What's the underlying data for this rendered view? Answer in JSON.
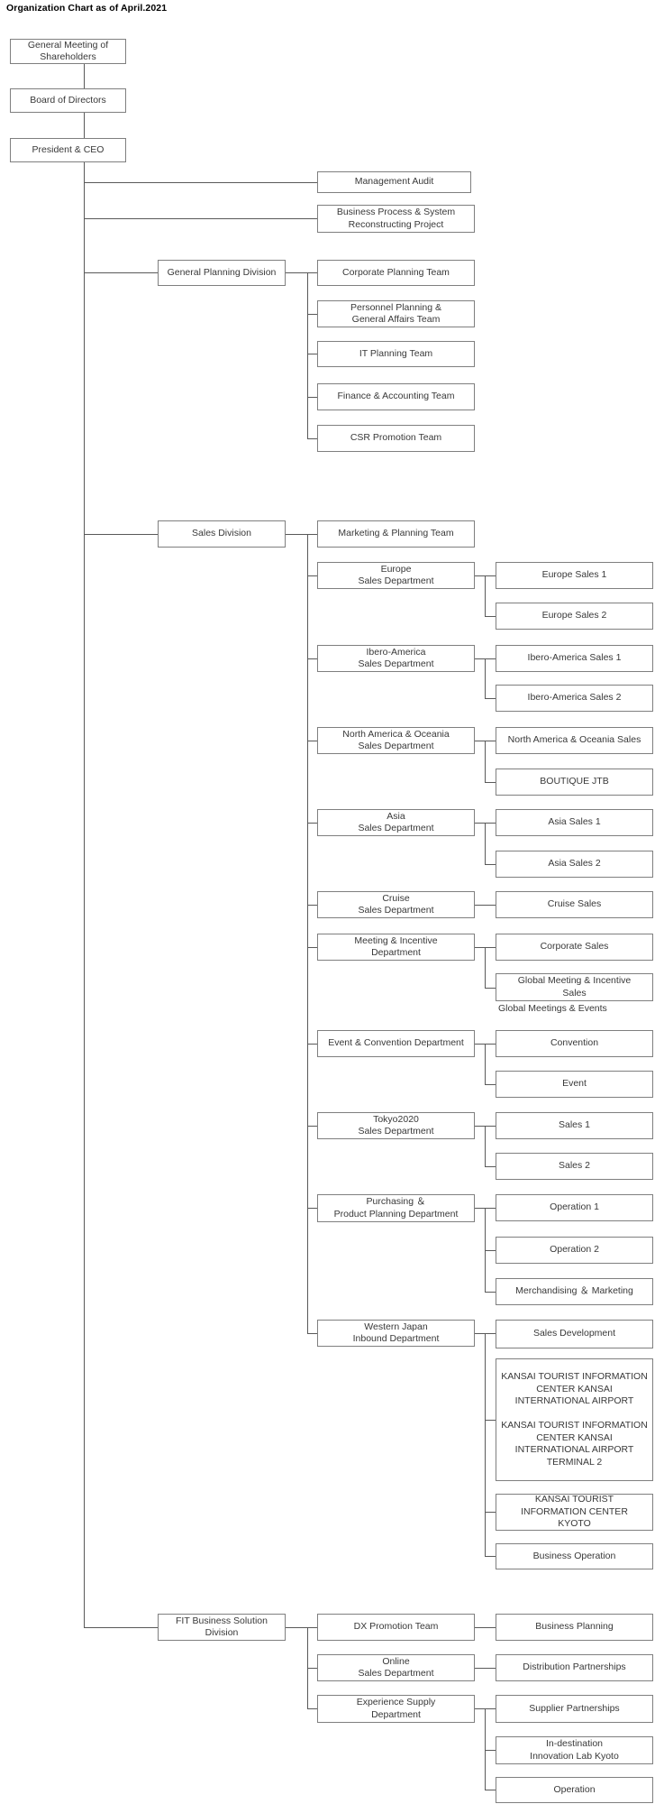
{
  "title": "Organization Chart as of April.2021",
  "nodes": {
    "shareholders": "General Meeting of\nShareholders",
    "board": "Board of Directors",
    "ceo": "President & CEO",
    "mgmt_audit": "Management Audit",
    "bpr_project": "Business Process & System\nReconstructing Project",
    "gp_division": "General Planning Division",
    "corp_planning": "Corporate Planning Team",
    "personnel": "Personnel Planning &\nGeneral Affairs Team",
    "it_planning": "IT Planning Team",
    "finance": "Finance & Accounting Team",
    "csr": "CSR Promotion Team",
    "sales_division": "Sales Division",
    "marketing": "Marketing & Planning Team",
    "europe_dept": "Europe\nSales Department",
    "europe1": "Europe Sales 1",
    "europe2": "Europe Sales 2",
    "ibero_dept": "Ibero-America\nSales Department",
    "ibero1": "Ibero-America Sales 1",
    "ibero2": "Ibero-America Sales 2",
    "na_dept": "North America & Oceania\nSales Department",
    "na_sales": "North America & Oceania Sales",
    "boutique": "BOUTIQUE JTB",
    "asia_dept": "Asia\nSales Department",
    "asia1": "Asia Sales 1",
    "asia2": "Asia Sales 2",
    "cruise_dept": "Cruise\nSales Department",
    "cruise_sales": "Cruise Sales",
    "mi_dept": "Meeting & Incentive\nDepartment",
    "corp_sales": "Corporate Sales",
    "gmi_sales": "Global Meeting & Incentive\nSales",
    "gme_caption": "Global Meetings & Events",
    "ec_dept": "Event & Convention Department",
    "convention": "Convention",
    "event": "Event",
    "tokyo_dept": "Tokyo2020\nSales Department",
    "sales1": "Sales 1",
    "sales2": "Sales 2",
    "purchasing_dept": "Purchasing ＆\nProduct Planning Department",
    "op1": "Operation 1",
    "op2": "Operation 2",
    "merchandising": "Merchandising ＆ Marketing",
    "wj_dept": "Western Japan\nInbound Department",
    "sales_dev": "Sales Development",
    "kansai_airport": "KANSAI TOURIST INFORMATION\nCENTER KANSAI\nINTERNATIONAL AIRPORT\n\nKANSAI TOURIST INFORMATION\nCENTER KANSAI\nINTERNATIONAL AIRPORT\nTERMINAL 2",
    "kansai_kyoto": "KANSAI TOURIST\nINFORMATION CENTER\nKYOTO",
    "business_op": "Business Operation",
    "fit_division": "FIT Business Solution\nDivision",
    "dx_team": "DX Promotion Team",
    "business_planning": "Business Planning",
    "online_dept": "Online\nSales Department",
    "distribution": "Distribution Partnerships",
    "exp_dept": "Experience Supply\nDepartment",
    "supplier": "Supplier Partnerships",
    "indest": "In-destination\nInnovation Lab Kyoto",
    "operation": "Operation"
  },
  "hierarchy": {
    "id": "shareholders",
    "children": [
      {
        "id": "board",
        "children": [
          {
            "id": "ceo",
            "children": [
              {
                "id": "mgmt_audit"
              },
              {
                "id": "bpr_project"
              },
              {
                "id": "gp_division",
                "children": [
                  {
                    "id": "corp_planning"
                  },
                  {
                    "id": "personnel"
                  },
                  {
                    "id": "it_planning"
                  },
                  {
                    "id": "finance"
                  },
                  {
                    "id": "csr"
                  }
                ]
              },
              {
                "id": "sales_division",
                "children": [
                  {
                    "id": "marketing"
                  },
                  {
                    "id": "europe_dept",
                    "children": [
                      {
                        "id": "europe1"
                      },
                      {
                        "id": "europe2"
                      }
                    ]
                  },
                  {
                    "id": "ibero_dept",
                    "children": [
                      {
                        "id": "ibero1"
                      },
                      {
                        "id": "ibero2"
                      }
                    ]
                  },
                  {
                    "id": "na_dept",
                    "children": [
                      {
                        "id": "na_sales"
                      },
                      {
                        "id": "boutique"
                      }
                    ]
                  },
                  {
                    "id": "asia_dept",
                    "children": [
                      {
                        "id": "asia1"
                      },
                      {
                        "id": "asia2"
                      }
                    ]
                  },
                  {
                    "id": "cruise_dept",
                    "children": [
                      {
                        "id": "cruise_sales"
                      }
                    ]
                  },
                  {
                    "id": "mi_dept",
                    "children": [
                      {
                        "id": "corp_sales"
                      },
                      {
                        "id": "gmi_sales",
                        "caption": "gme_caption"
                      }
                    ]
                  },
                  {
                    "id": "ec_dept",
                    "children": [
                      {
                        "id": "convention"
                      },
                      {
                        "id": "event"
                      }
                    ]
                  },
                  {
                    "id": "tokyo_dept",
                    "children": [
                      {
                        "id": "sales1"
                      },
                      {
                        "id": "sales2"
                      }
                    ]
                  },
                  {
                    "id": "purchasing_dept",
                    "children": [
                      {
                        "id": "op1"
                      },
                      {
                        "id": "op2"
                      },
                      {
                        "id": "merchandising"
                      }
                    ]
                  },
                  {
                    "id": "wj_dept",
                    "children": [
                      {
                        "id": "sales_dev"
                      },
                      {
                        "id": "kansai_airport"
                      },
                      {
                        "id": "kansai_kyoto"
                      },
                      {
                        "id": "business_op"
                      }
                    ]
                  }
                ]
              },
              {
                "id": "fit_division",
                "children": [
                  {
                    "id": "dx_team",
                    "children": [
                      {
                        "id": "business_planning"
                      }
                    ]
                  },
                  {
                    "id": "online_dept",
                    "children": [
                      {
                        "id": "distribution"
                      }
                    ]
                  },
                  {
                    "id": "exp_dept",
                    "children": [
                      {
                        "id": "supplier"
                      },
                      {
                        "id": "indest"
                      },
                      {
                        "id": "operation"
                      }
                    ]
                  }
                ]
              }
            ]
          }
        ]
      }
    ]
  }
}
